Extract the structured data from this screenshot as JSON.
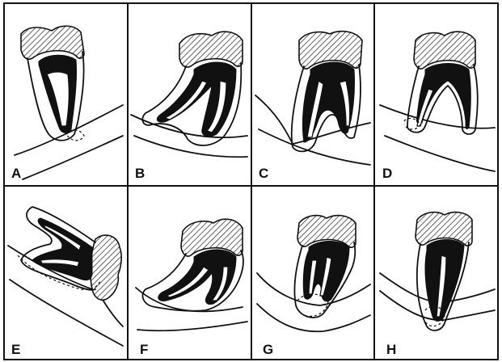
{
  "figure": {
    "panels": [
      {
        "id": "A",
        "label": "A"
      },
      {
        "id": "B",
        "label": "B"
      },
      {
        "id": "C",
        "label": "C"
      },
      {
        "id": "D",
        "label": "D"
      },
      {
        "id": "E",
        "label": "E"
      },
      {
        "id": "F",
        "label": "F"
      },
      {
        "id": "G",
        "label": "G"
      },
      {
        "id": "H",
        "label": "H"
      }
    ]
  },
  "colors": {
    "ink": "#111111",
    "background": "#ffffff"
  }
}
